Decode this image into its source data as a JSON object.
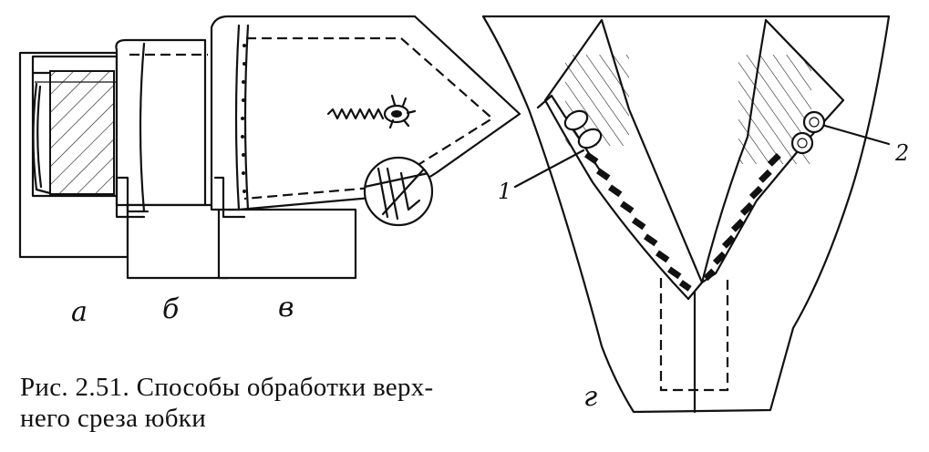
{
  "labels": {
    "a": "а",
    "b": "б",
    "v": "в",
    "g": "г",
    "one": "1",
    "two": "2"
  },
  "caption": {
    "line1": "Рис. 2.51. Способы обработки верх-",
    "line2": "него среза юбки"
  }
}
